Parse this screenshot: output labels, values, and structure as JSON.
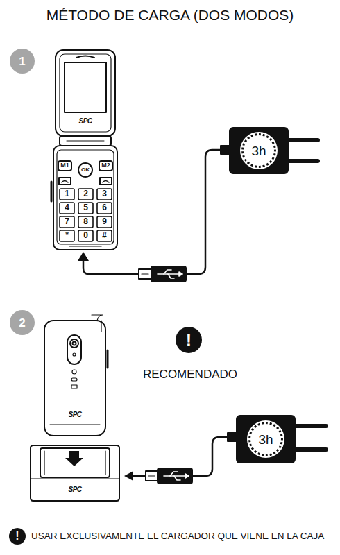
{
  "diagram": {
    "title": "MÉTODO DE CARGA (DOS MODOS)",
    "nodes": [
      {
        "text": [
          "1"
        ]
      },
      {
        "text": [
          "3h"
        ]
      },
      {
        "text": [
          "2"
        ]
      },
      {
        "text": [
          "!"
        ]
      },
      {
        "text": [
          "3h"
        ]
      },
      {
        "text": [
          "!"
        ]
      }
    ],
    "labels": [
      "SPC",
      "M1",
      "OK",
      "M2",
      "1",
      "2",
      "3",
      "4",
      "5",
      "6",
      "7",
      "8",
      "9",
      "*",
      "0",
      "#",
      "SPC",
      "SPC",
      "RECOMENDADO",
      "USAR EXCLUSIVAMENTE EL CARGADOR QUE VIENE EN LA CAJA"
    ]
  }
}
